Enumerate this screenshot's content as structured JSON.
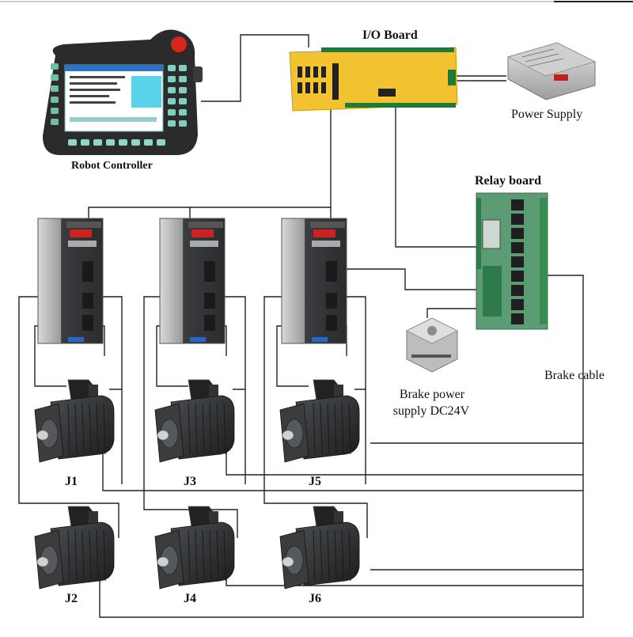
{
  "labels": {
    "io_board": "I/O Board",
    "power_supply": "Power Supply",
    "robot_controller": "Robot Controller",
    "relay_board": "Relay board",
    "brake_power_line1": "Brake power",
    "brake_power_line2": "supply DC24V",
    "brake_cable": "Brake cable"
  },
  "joints": [
    "J1",
    "J3",
    "J5",
    "J2",
    "J4",
    "J6"
  ],
  "colors": {
    "io_board": "#f2c230",
    "relay_board": "#5c9c74",
    "drive_body": "#2f3235",
    "motor_body": "#2a2c2e",
    "controller_body": "#2b2b2b",
    "screen": "#ffffff",
    "emergency_stop": "#d7261e",
    "wire": "#222222"
  }
}
